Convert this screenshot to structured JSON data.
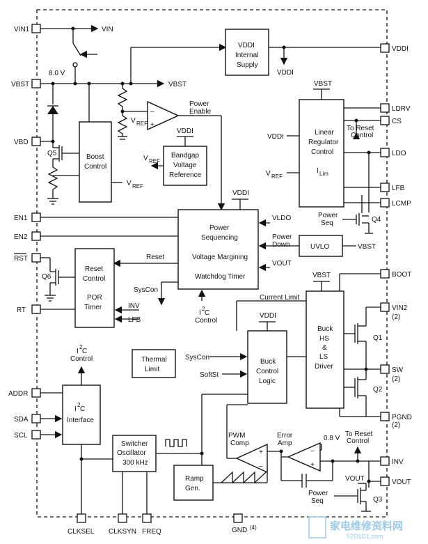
{
  "pins_left": [
    "VIN1",
    "VBST",
    "VBD",
    "EN1",
    "EN2",
    "RST",
    "RT",
    "ADDR",
    "SDA",
    "SCL"
  ],
  "pins_right": [
    "VDDI",
    "LDRV",
    "CS",
    "LDO",
    "LFB",
    "LCMP",
    "BOOT",
    "VIN2",
    "(2)",
    "SW",
    "(2)",
    "PGND",
    "(2)",
    "INV",
    "VOUT"
  ],
  "pins_bottom": [
    "CLKSEL",
    "CLKSYN",
    "FREQ",
    "GND",
    "(4)"
  ],
  "blocks": {
    "vddi_supply": [
      "VDDI",
      "Internal",
      "Supply"
    ],
    "linear_reg": [
      "Linear",
      "Regulator",
      "Control"
    ],
    "boost": [
      "Boost",
      "Control"
    ],
    "bandgap": [
      "Bandgap",
      "Voltage",
      "Reference"
    ],
    "power_seq": [
      "Power",
      "Sequencing",
      "Voltage Margining",
      "Watchdog Timer"
    ],
    "uvlo": "UVLO",
    "reset": [
      "Reset",
      "Control",
      "POR",
      "Timer"
    ],
    "thermal": [
      "Thermal",
      "Limit"
    ],
    "buck_control": [
      "Buck",
      "Control",
      "Logic"
    ],
    "buck_driver": [
      "Buck",
      "HS",
      "&",
      "LS",
      "Driver"
    ],
    "i2c_if": [
      "Interface"
    ],
    "oscillator": [
      "Switcher",
      "Oscillator",
      "300 kHz"
    ],
    "ramp": [
      "Ramp",
      "Gen."
    ]
  },
  "labels": {
    "vin": "VIN",
    "v8": "8.0 V",
    "vbst": "VBST",
    "vddi": "VDDI",
    "vref": "V",
    "ref_sub": "REF",
    "ilim": "I",
    "lim_sub": "Lim",
    "power_enable": [
      "Power",
      "Enable"
    ],
    "q5": "Q5",
    "q4": "Q4",
    "q6": "Q6",
    "q1": "Q1",
    "q2": "Q2",
    "q3": "Q3",
    "vldo": "VLDO",
    "power_down": [
      "Power",
      "Down"
    ],
    "power_seq": [
      "Power",
      "Seq"
    ],
    "reset_lbl": "Reset",
    "syscon": "SysCon",
    "softst": "SoftSt",
    "inv": "INV",
    "lfb": "LFB",
    "i2c": "I",
    "i2c_sup": "2",
    "i2c_rest": "C",
    "control": "Control",
    "current_limit": "Current Limit",
    "to_reset": [
      "To Reset",
      "Control"
    ],
    "pwm": [
      "PWM",
      "Comp"
    ],
    "error_amp": [
      "Error",
      "Amp"
    ],
    "v08": "0.8 V",
    "vout": "VOUT",
    "plus": "+",
    "minus": "–"
  },
  "watermark": {
    "cn": "家电维修资料网",
    "url": "52D1D1.com"
  }
}
